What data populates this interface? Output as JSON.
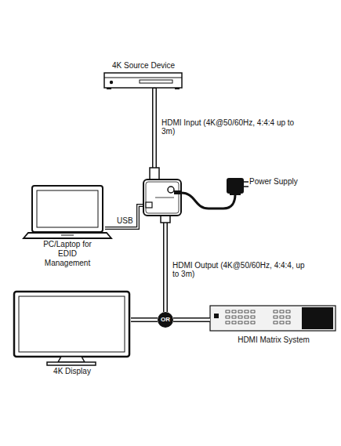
{
  "diagram": {
    "nodes": [
      {
        "text": [
          "4K Source Device"
        ]
      },
      {
        "text": [
          "Power Supply"
        ]
      },
      {
        "text": [
          "PC/Laptop for EDID Management"
        ]
      },
      {
        "text": [
          "OR"
        ]
      },
      {
        "text": [
          "4K Display"
        ]
      },
      {
        "text": [
          "HDMI Matrix System"
        ]
      }
    ],
    "edges": [
      {
        "from": 3,
        "to": 4,
        "arrow": "none"
      },
      {
        "from": 3,
        "to": 5,
        "arrow": "none"
      }
    ],
    "labels": [
      "HDMI Input (4K@50/60Hz, 4:4:4 up to 3m)",
      "USB",
      "HDMI Output (4K@50/60Hz, 4:4:4, up to 3m)"
    ]
  }
}
